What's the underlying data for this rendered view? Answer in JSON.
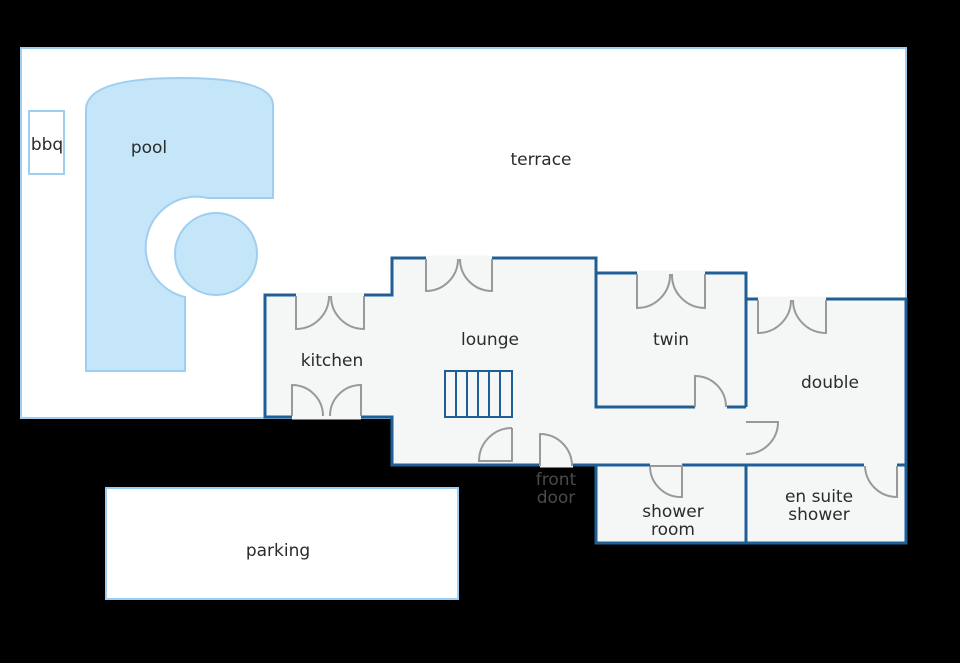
{
  "colors": {
    "background": "#000000",
    "outdoor_fill": "#ffffff",
    "outdoor_border": "#9fcff0",
    "pool_fill": "#c5e5f8",
    "pool_border": "#9fcff0",
    "house_fill": "#f5f7f7",
    "wall": "#1f5f95",
    "door": "#999999"
  },
  "labels": {
    "bbq": "bbq",
    "pool": "pool",
    "terrace": "terrace",
    "kitchen": "kitchen",
    "lounge": "lounge",
    "twin": "twin",
    "double": "double",
    "front_door_1": "front",
    "front_door_2": "door",
    "shower_room_1": "shower",
    "shower_room_2": "room",
    "en_suite_1": "en suite",
    "en_suite_2": "shower",
    "parking": "parking"
  }
}
